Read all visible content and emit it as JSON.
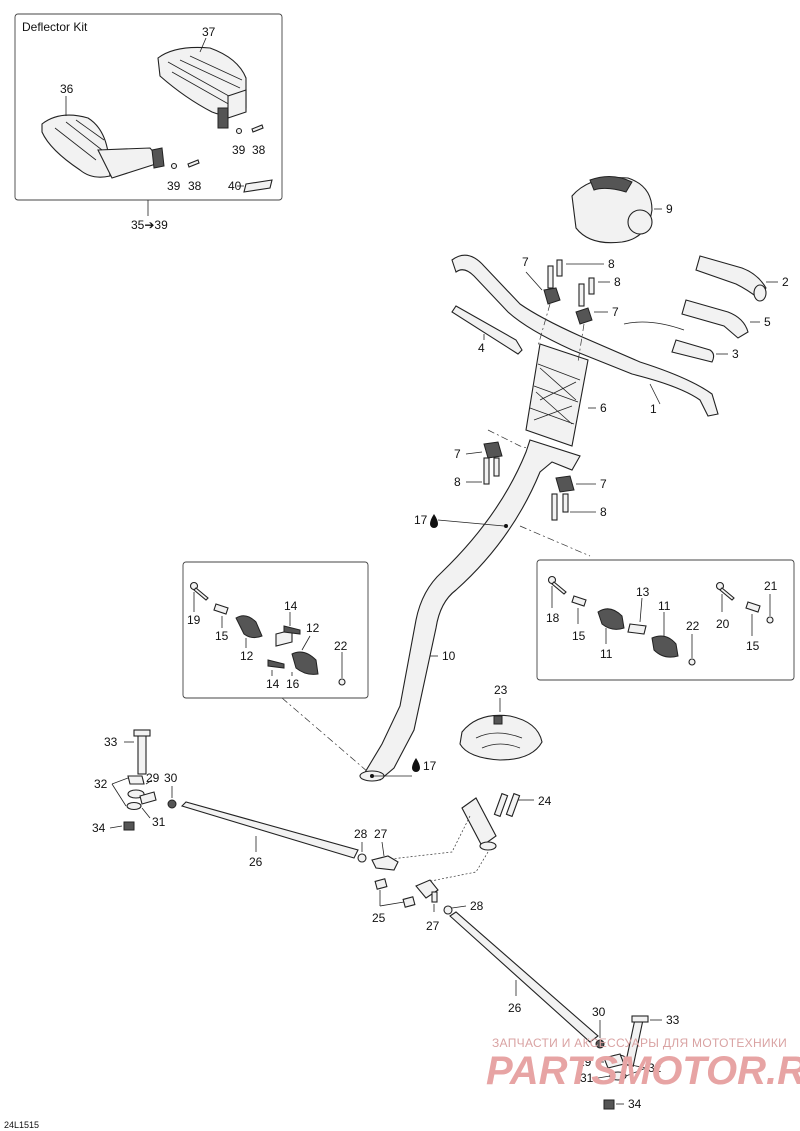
{
  "diagram": {
    "kit_title": "Deflector Kit",
    "kit_range": "35➔39",
    "drawing_ref": "24L1515",
    "watermark_text": "ЗАПЧАСТИ И АКСЕССУАРЫ ДЛЯ МОТОТЕХНИКИ",
    "watermark_logo": "PARTSMOTOR.RU",
    "callouts": {
      "c1": "1",
      "c2": "2",
      "c3": "3",
      "c4": "4",
      "c5": "5",
      "c6": "6",
      "c7a": "7",
      "c7b": "7",
      "c7c": "7",
      "c7d": "7",
      "c8a": "8",
      "c8b": "8",
      "c8c": "8",
      "c8d": "8",
      "c9": "9",
      "c10": "10",
      "c11a": "11",
      "c11b": "11",
      "c12a": "12",
      "c12b": "12",
      "c13": "13",
      "c14a": "14",
      "c14b": "14",
      "c15a": "15",
      "c15b": "15",
      "c15c": "15",
      "c16": "16",
      "c17a": "17",
      "c17b": "17",
      "c18": "18",
      "c19": "19",
      "c20": "20",
      "c21": "21",
      "c22a": "22",
      "c22b": "22",
      "c23": "23",
      "c24": "24",
      "c25": "25",
      "c26a": "26",
      "c26b": "26",
      "c27a": "27",
      "c27b": "27",
      "c28a": "28",
      "c28b": "28",
      "c29a": "29",
      "c29b": "29",
      "c30a": "30",
      "c30b": "30",
      "c31a": "31",
      "c31b": "31",
      "c32a": "32",
      "c32b": "32",
      "c33a": "33",
      "c33b": "33",
      "c34a": "34",
      "c34b": "34",
      "c36": "36",
      "c37": "37",
      "c38a": "38",
      "c38b": "38",
      "c39a": "39",
      "c39b": "39",
      "c40": "40"
    },
    "icons": {
      "grease": "grease-drop-icon"
    }
  }
}
